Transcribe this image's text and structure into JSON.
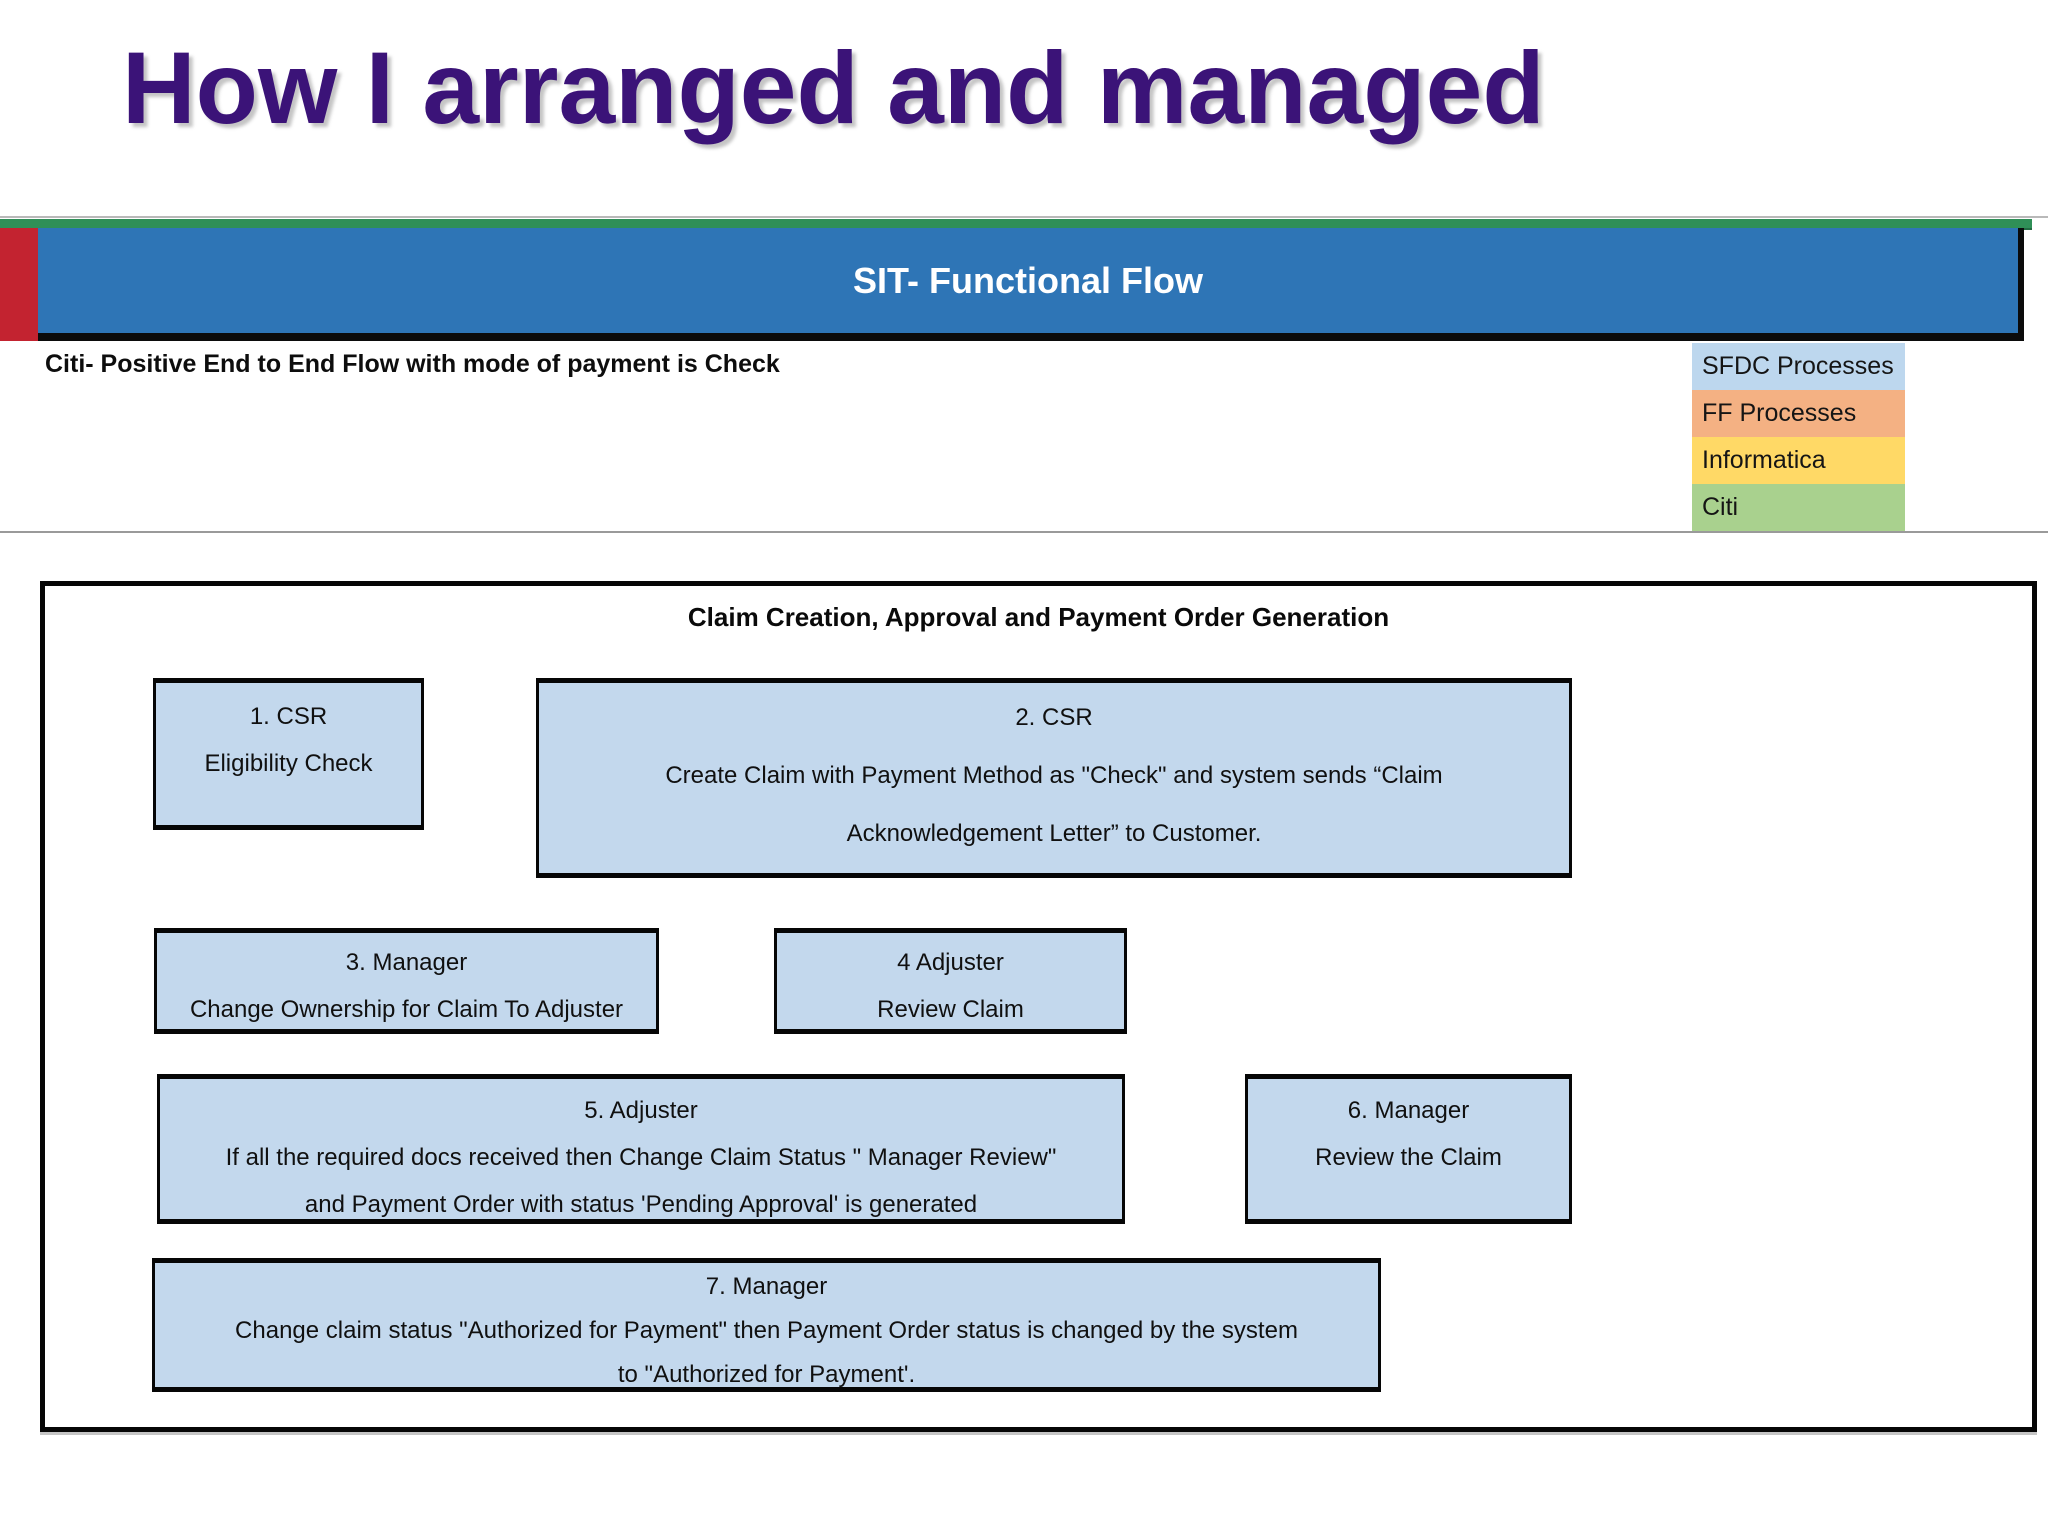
{
  "slide_title": "How I arranged and managed",
  "banner": {
    "title": "SIT- Functional Flow"
  },
  "subtitle": "Citi- Positive End to End Flow with mode of payment is Check",
  "legend": [
    {
      "label": "SFDC  Processes",
      "color": "#bdd7ee"
    },
    {
      "label": "FF Processes",
      "color": "#f4b183"
    },
    {
      "label": "Informatica",
      "color": "#ffd966"
    },
    {
      "label": "Citi",
      "color": "#a9d18e"
    }
  ],
  "flowchart": {
    "title": "Claim Creation, Approval and Payment Order Generation",
    "boxes": [
      {
        "heading": "1. CSR",
        "line1": "Eligibility Check"
      },
      {
        "heading": "2. CSR",
        "line1": "Create Claim with Payment Method as \"Check\" and system sends “Claim",
        "line2": "Acknowledgement Letter” to Customer."
      },
      {
        "heading": "3. Manager",
        "line1": "Change Ownership for Claim To Adjuster"
      },
      {
        "heading": "4 Adjuster",
        "line1": "Review  Claim"
      },
      {
        "heading": "5. Adjuster",
        "line1": "If all the required docs received then Change Claim Status \" Manager Review\"",
        "line2": "and Payment Order with status 'Pending Approval' is generated"
      },
      {
        "heading": "6. Manager",
        "line1": "Review  the Claim"
      },
      {
        "heading": "7.  Manager",
        "line1": "Change claim status \"Authorized for Payment\" then Payment Order status is changed by the system",
        "line2": "to \"Authorized for Payment'."
      }
    ]
  },
  "colors": {
    "title_purple": "#3b1378",
    "banner_blue": "#2e75b6",
    "accent_red": "#c32330",
    "divider_green": "#2f8f57",
    "box_fill": "#c3d8ed",
    "box_border": "#060606"
  }
}
